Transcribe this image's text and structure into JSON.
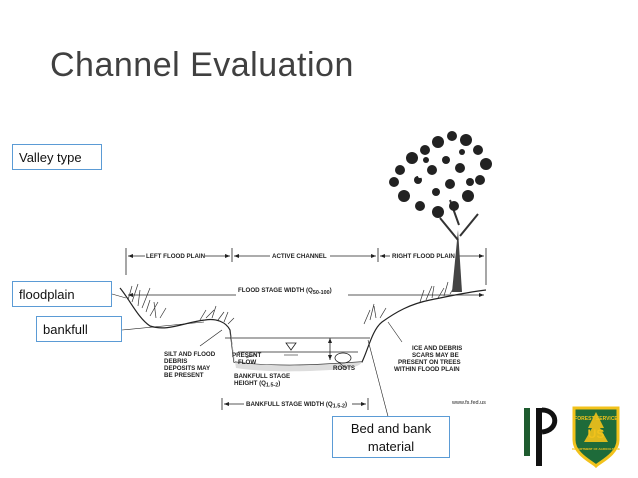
{
  "slide": {
    "title": "Channel Evaluation"
  },
  "callouts": {
    "valley_type": "Valley type",
    "floodplain": "floodplain",
    "bankfull": "bankfull",
    "bed_and_bank": "Bed and bank material"
  },
  "diagram": {
    "left_flood_plain": "LEFT FLOOD PLAIN",
    "active_channel": "ACTIVE CHANNEL",
    "right_flood_plain": "RIGHT FLOOD PLAIN",
    "flood_stage_width": "FLOOD STAGE WIDTH (Q",
    "flood_stage_sub": "50-100",
    "silt_line1": "SILT AND FLOOD",
    "silt_line2": "DEBRIS",
    "silt_line3": "DEPOSITS MAY",
    "silt_line4": "BE PRESENT",
    "present_line1": "PRESENT",
    "present_line2": "FLOW",
    "roots": "ROOTS",
    "bankfull_stage_line1": "BANKFULL STAGE",
    "bankfull_stage_line2": "HEIGHT (Q",
    "bankfull_stage_sub": "1.5-2",
    "ice_line1": "ICE AND DEBRIS",
    "ice_line2": "SCARS MAY BE",
    "ice_line3": "PRESENT ON TREES",
    "ice_line4": "WITHIN FLOOD PLAIN",
    "bankfull_width": "BANKFULL STAGE WIDTH (Q",
    "bankfull_width_sub": "1.5-2",
    "source": "www.fs.fed.us"
  },
  "logos": {
    "ip_letters": "IP",
    "forest_service_top": "FOREST SERVICE",
    "forest_service_mid": "US",
    "forest_service_bottom": "DEPARTMENT OF AGRICULTURE"
  },
  "colors": {
    "callout_border": "#5b9bd5",
    "title_text": "#404040",
    "fs_green": "#1e6b3a",
    "fs_gold": "#f2c21b"
  }
}
